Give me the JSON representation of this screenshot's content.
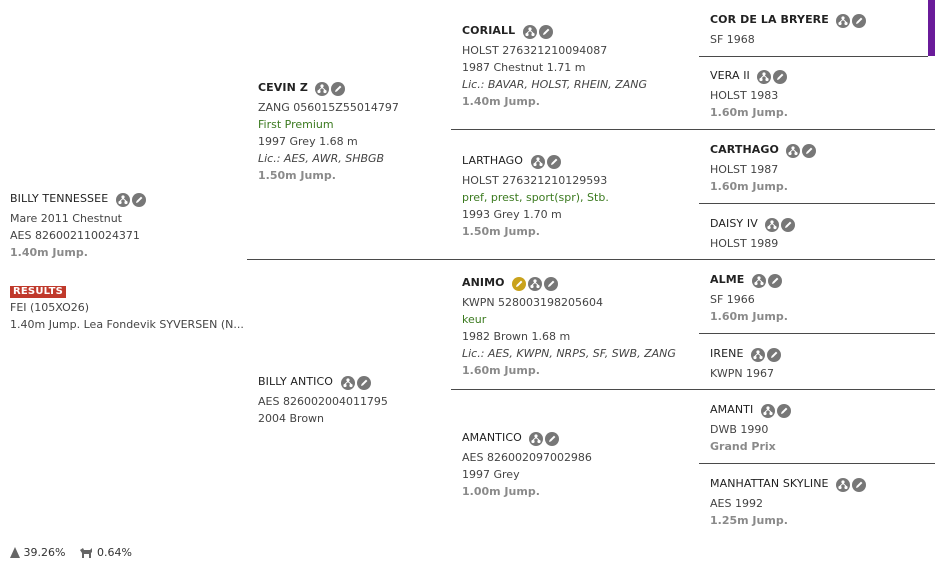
{
  "subject": {
    "name": "BILLY TENNESSEE",
    "line1": "Mare 2011 Chestnut",
    "line2": "AES 826002110024371",
    "performance": "1.40m Jump."
  },
  "results": {
    "badge": "RESULTS",
    "line1": "FEI (105XO26)",
    "line2": "1.40m Jump. Lea Fondevik SYVERSEN (N..."
  },
  "stats": {
    "inbreeding": "39.26%",
    "blood": "0.64%"
  },
  "gen1": [
    {
      "name": "CEVIN Z",
      "reg": "ZANG 056015Z55014797",
      "predicate": "First Premium",
      "details": "1997 Grey 1.68 m",
      "lic": "Lic.: AES, AWR, SHBGB",
      "performance": "1.50m Jump."
    },
    {
      "name": "BILLY ANTICO",
      "reg": "AES 826002004011795",
      "details": "2004 Brown"
    }
  ],
  "gen2": [
    {
      "name": "CORIALL",
      "reg": "HOLST 276321210094087",
      "details": "1987 Chestnut 1.71 m",
      "lic": "Lic.: BAVAR, HOLST, RHEIN, ZANG",
      "performance": "1.40m Jump."
    },
    {
      "name": "LARTHAGO",
      "reg": "HOLST 276321210129593",
      "predicate": "pref, prest, sport(spr), Stb.",
      "details": "1993 Grey 1.70 m",
      "performance": "1.50m Jump."
    },
    {
      "name": "ANIMO",
      "reg": "KWPN 528003198205604",
      "predicate": "keur",
      "details": "1982 Brown 1.68 m",
      "lic": "Lic.: AES, KWPN, NRPS, SF, SWB, ZANG",
      "performance": "1.60m Jump."
    },
    {
      "name": "AMANTICO",
      "reg": "AES 826002097002986",
      "details": "1997 Grey",
      "performance": "1.00m Jump."
    }
  ],
  "gen3": [
    {
      "name": "COR DE LA BRYERE",
      "reg": "SF 1968"
    },
    {
      "name": "VERA II",
      "reg": "HOLST 1983",
      "performance": "1.60m Jump."
    },
    {
      "name": "CARTHAGO",
      "reg": "HOLST 1987",
      "performance": "1.60m Jump."
    },
    {
      "name": "DAISY IV",
      "reg": "HOLST 1989"
    },
    {
      "name": "ALME",
      "reg": "SF 1966",
      "performance": "1.60m Jump."
    },
    {
      "name": "IRENE",
      "reg": "KWPN 1967"
    },
    {
      "name": "AMANTI",
      "reg": "DWB 1990",
      "performance": "Grand Prix"
    },
    {
      "name": "MANHATTAN SKYLINE",
      "reg": "AES 1992",
      "performance": "1.25m Jump."
    }
  ],
  "colors": {
    "accent": "#6a1b9a",
    "results_badge": "#c0392b",
    "predicate": "#3b7a1f",
    "icon": "#777777",
    "icon_gold": "#c9a21c"
  }
}
